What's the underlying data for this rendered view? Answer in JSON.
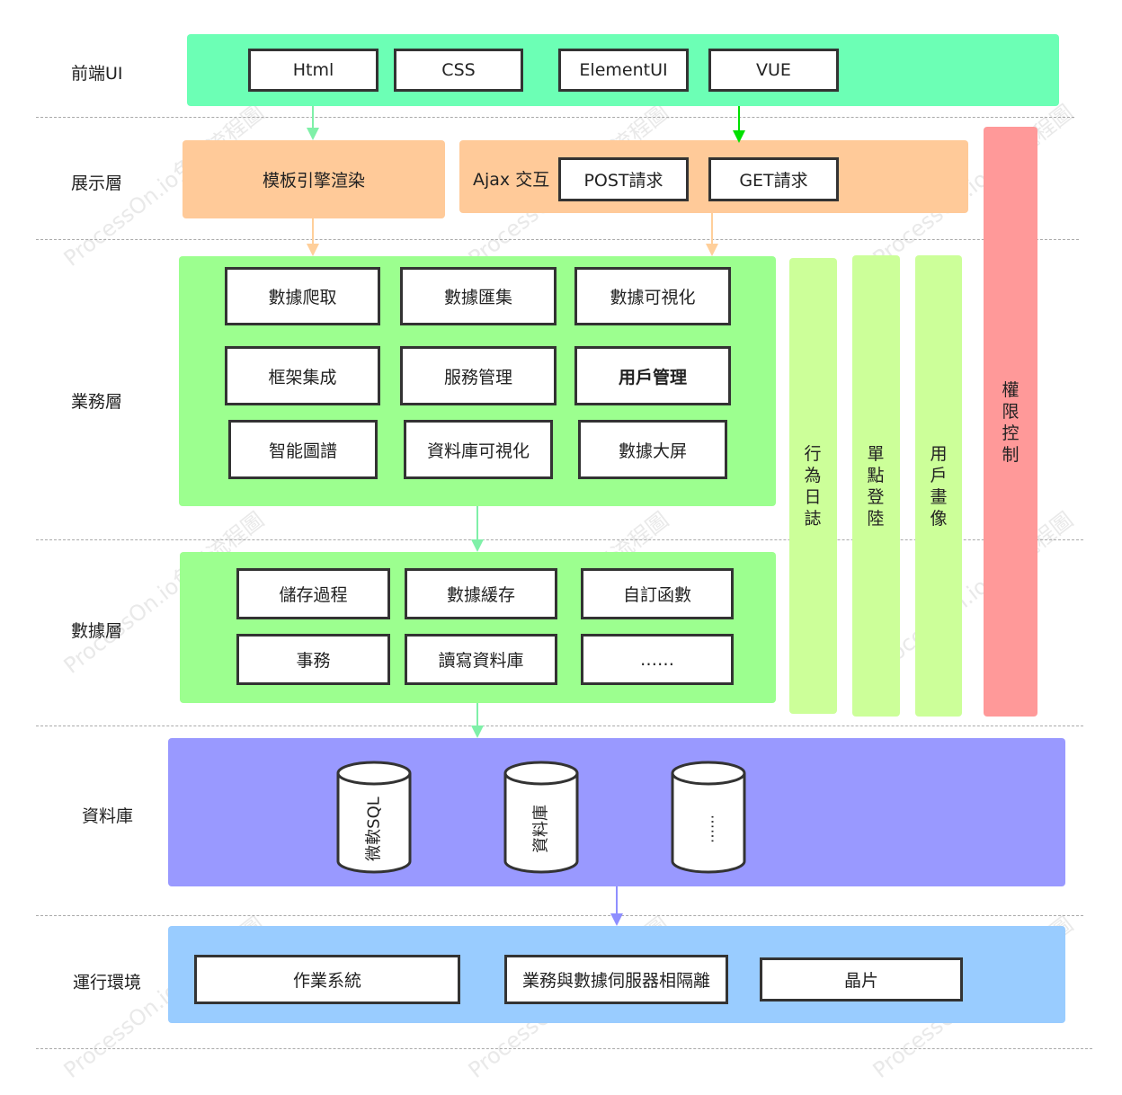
{
  "layers": {
    "frontend": "前端UI",
    "presentation": "展示層",
    "business": "業務層",
    "data": "數據層",
    "database": "資料庫",
    "runtime": "運行環境"
  },
  "frontend": {
    "items": [
      "Html",
      "CSS",
      "ElementUI",
      "VUE"
    ]
  },
  "presentation": {
    "template": "模板引擎渲染",
    "ajax_label": "Ajax 交互",
    "post": "POST請求",
    "get": "GET請求"
  },
  "business": {
    "row1": [
      "數據爬取",
      "數據匯集",
      "數據可視化"
    ],
    "row2": [
      "框架集成",
      "服務管理",
      "用戶管理"
    ],
    "row3": [
      "智能圖譜",
      "資料庫可視化",
      "數據大屏"
    ]
  },
  "side": {
    "behavior_log": "行為日誌",
    "sso": "單點登陸",
    "user_profile": "用戶畫像",
    "permission": "權限控制"
  },
  "data_layer": {
    "row1": [
      "儲存過程",
      "數據緩存",
      "自訂函數"
    ],
    "row2": [
      "事務",
      "讀寫資料庫",
      "……"
    ]
  },
  "database": {
    "items": [
      "微軟SQL",
      "資料庫",
      "……"
    ]
  },
  "runtime": {
    "items": [
      "作業系統",
      "業務與數據伺服器相隔離",
      "晶片"
    ]
  },
  "watermark": "ProcessOn.io免費流程圖",
  "colors": {
    "frontend_panel": "#6cffb5",
    "presentation_panel": "#ffca99",
    "business_panel": "#9cff8f",
    "side_panel": "#ccff99",
    "permission_panel": "#ff9999",
    "database_panel": "#9999ff",
    "runtime_panel": "#99ccff",
    "arrow_green": "#7ff0a8",
    "arrow_bright_green": "#00e000",
    "arrow_orange": "#ffcf9a",
    "arrow_purple": "#8f8fff"
  }
}
